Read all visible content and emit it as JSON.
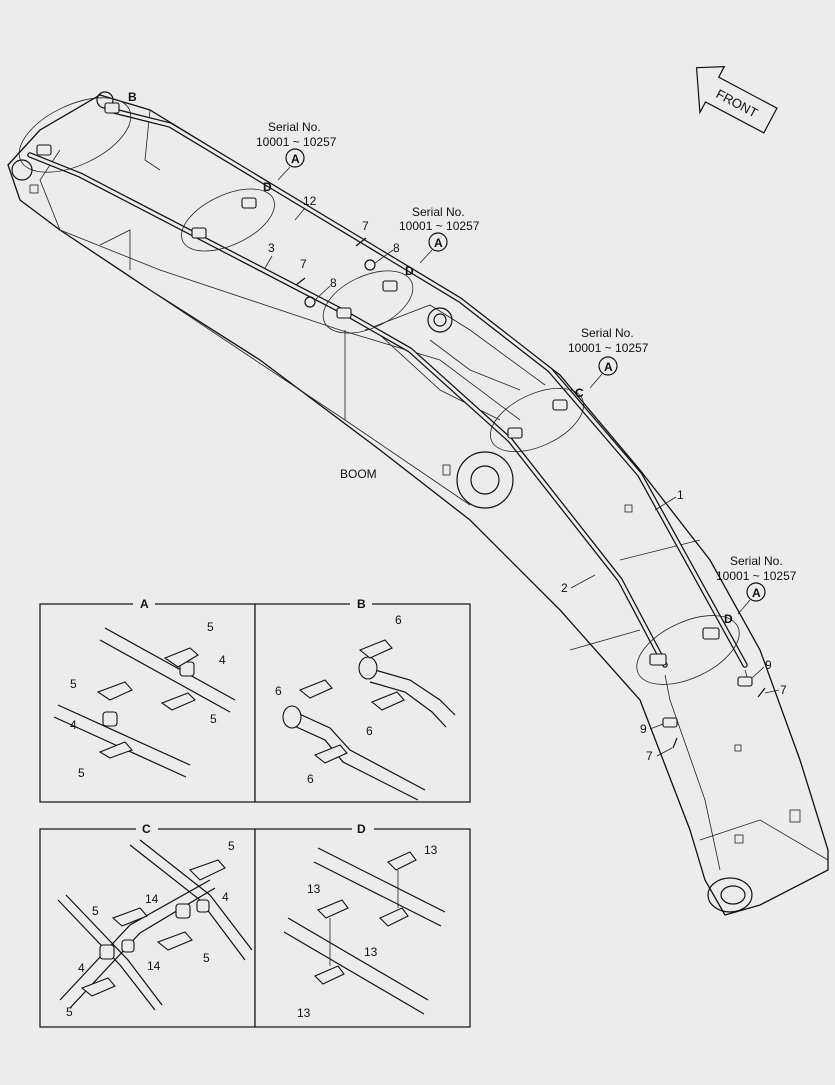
{
  "diagram": {
    "boom_label": "BOOM",
    "front_label": "FRONT",
    "serial_title": "Serial No.",
    "serial_range": "10001 ~ 10257",
    "serial_ref": "A",
    "callouts": {
      "n1": "1",
      "n2": "2",
      "n3": "3",
      "n7": "7",
      "n8": "8",
      "n9": "9",
      "n12": "12",
      "B": "B",
      "C": "C",
      "D": "D"
    },
    "detail_panels": [
      {
        "id": "A",
        "title": "A",
        "labels": [
          "5",
          "4",
          "5",
          "5",
          "4",
          "5"
        ]
      },
      {
        "id": "B",
        "title": "B",
        "labels": [
          "6",
          "6",
          "6",
          "6"
        ]
      },
      {
        "id": "C",
        "title": "C",
        "labels": [
          "5",
          "14",
          "4",
          "5",
          "5",
          "4",
          "14",
          "5"
        ]
      },
      {
        "id": "D",
        "title": "D",
        "labels": [
          "13",
          "13",
          "13",
          "13"
        ]
      }
    ]
  }
}
